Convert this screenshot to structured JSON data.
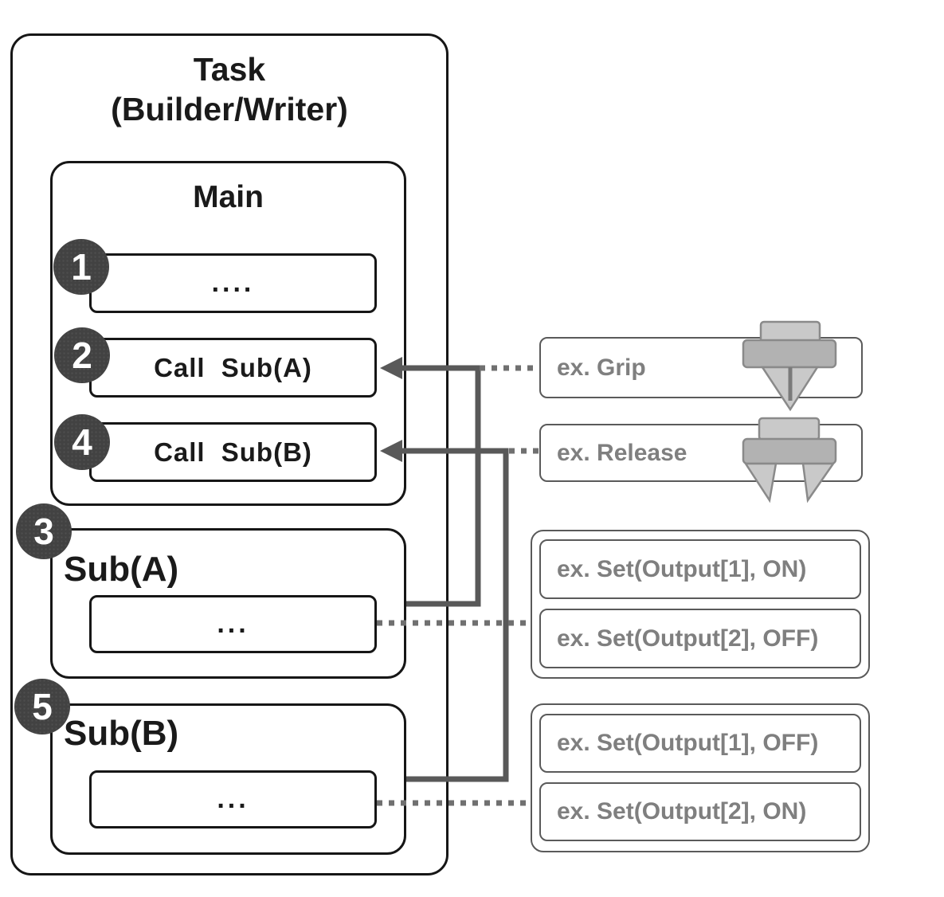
{
  "diagram": {
    "task": {
      "title_line1": "Task",
      "title_line2": "(Builder/Writer)"
    },
    "main": {
      "title": "Main",
      "steps": [
        {
          "badge": "1",
          "label": "...."
        },
        {
          "badge": "2",
          "label": "Call Sub(A)"
        },
        {
          "badge": "4",
          "label": "Call Sub(B)"
        }
      ]
    },
    "subroutines": [
      {
        "badge": "3",
        "title": "Sub(A)",
        "body": "..."
      },
      {
        "badge": "5",
        "title": "Sub(B)",
        "body": "..."
      }
    ],
    "examples": {
      "grip": {
        "label": "ex. Grip",
        "icon": "gripper-closed-icon"
      },
      "release": {
        "label": "ex. Release",
        "icon": "gripper-open-icon"
      },
      "sub_a_set": [
        "ex. Set(Output[1], ON)",
        "ex. Set(Output[2], OFF)"
      ],
      "sub_b_set": [
        "ex. Set(Output[1], OFF)",
        "ex. Set(Output[2], ON)"
      ]
    },
    "colors": {
      "box_border": "#161616",
      "badge_fill": "#424242",
      "badge_text": "#ffffff",
      "connector_solid": "#595959",
      "connector_dotted": "#707070",
      "example_text": "#7f7f7f",
      "example_border": "#5a5a5a",
      "gripper_light": "#c9c9c9",
      "gripper_dark": "#b2b2b2",
      "gripper_stroke": "#8a8a8a"
    }
  }
}
